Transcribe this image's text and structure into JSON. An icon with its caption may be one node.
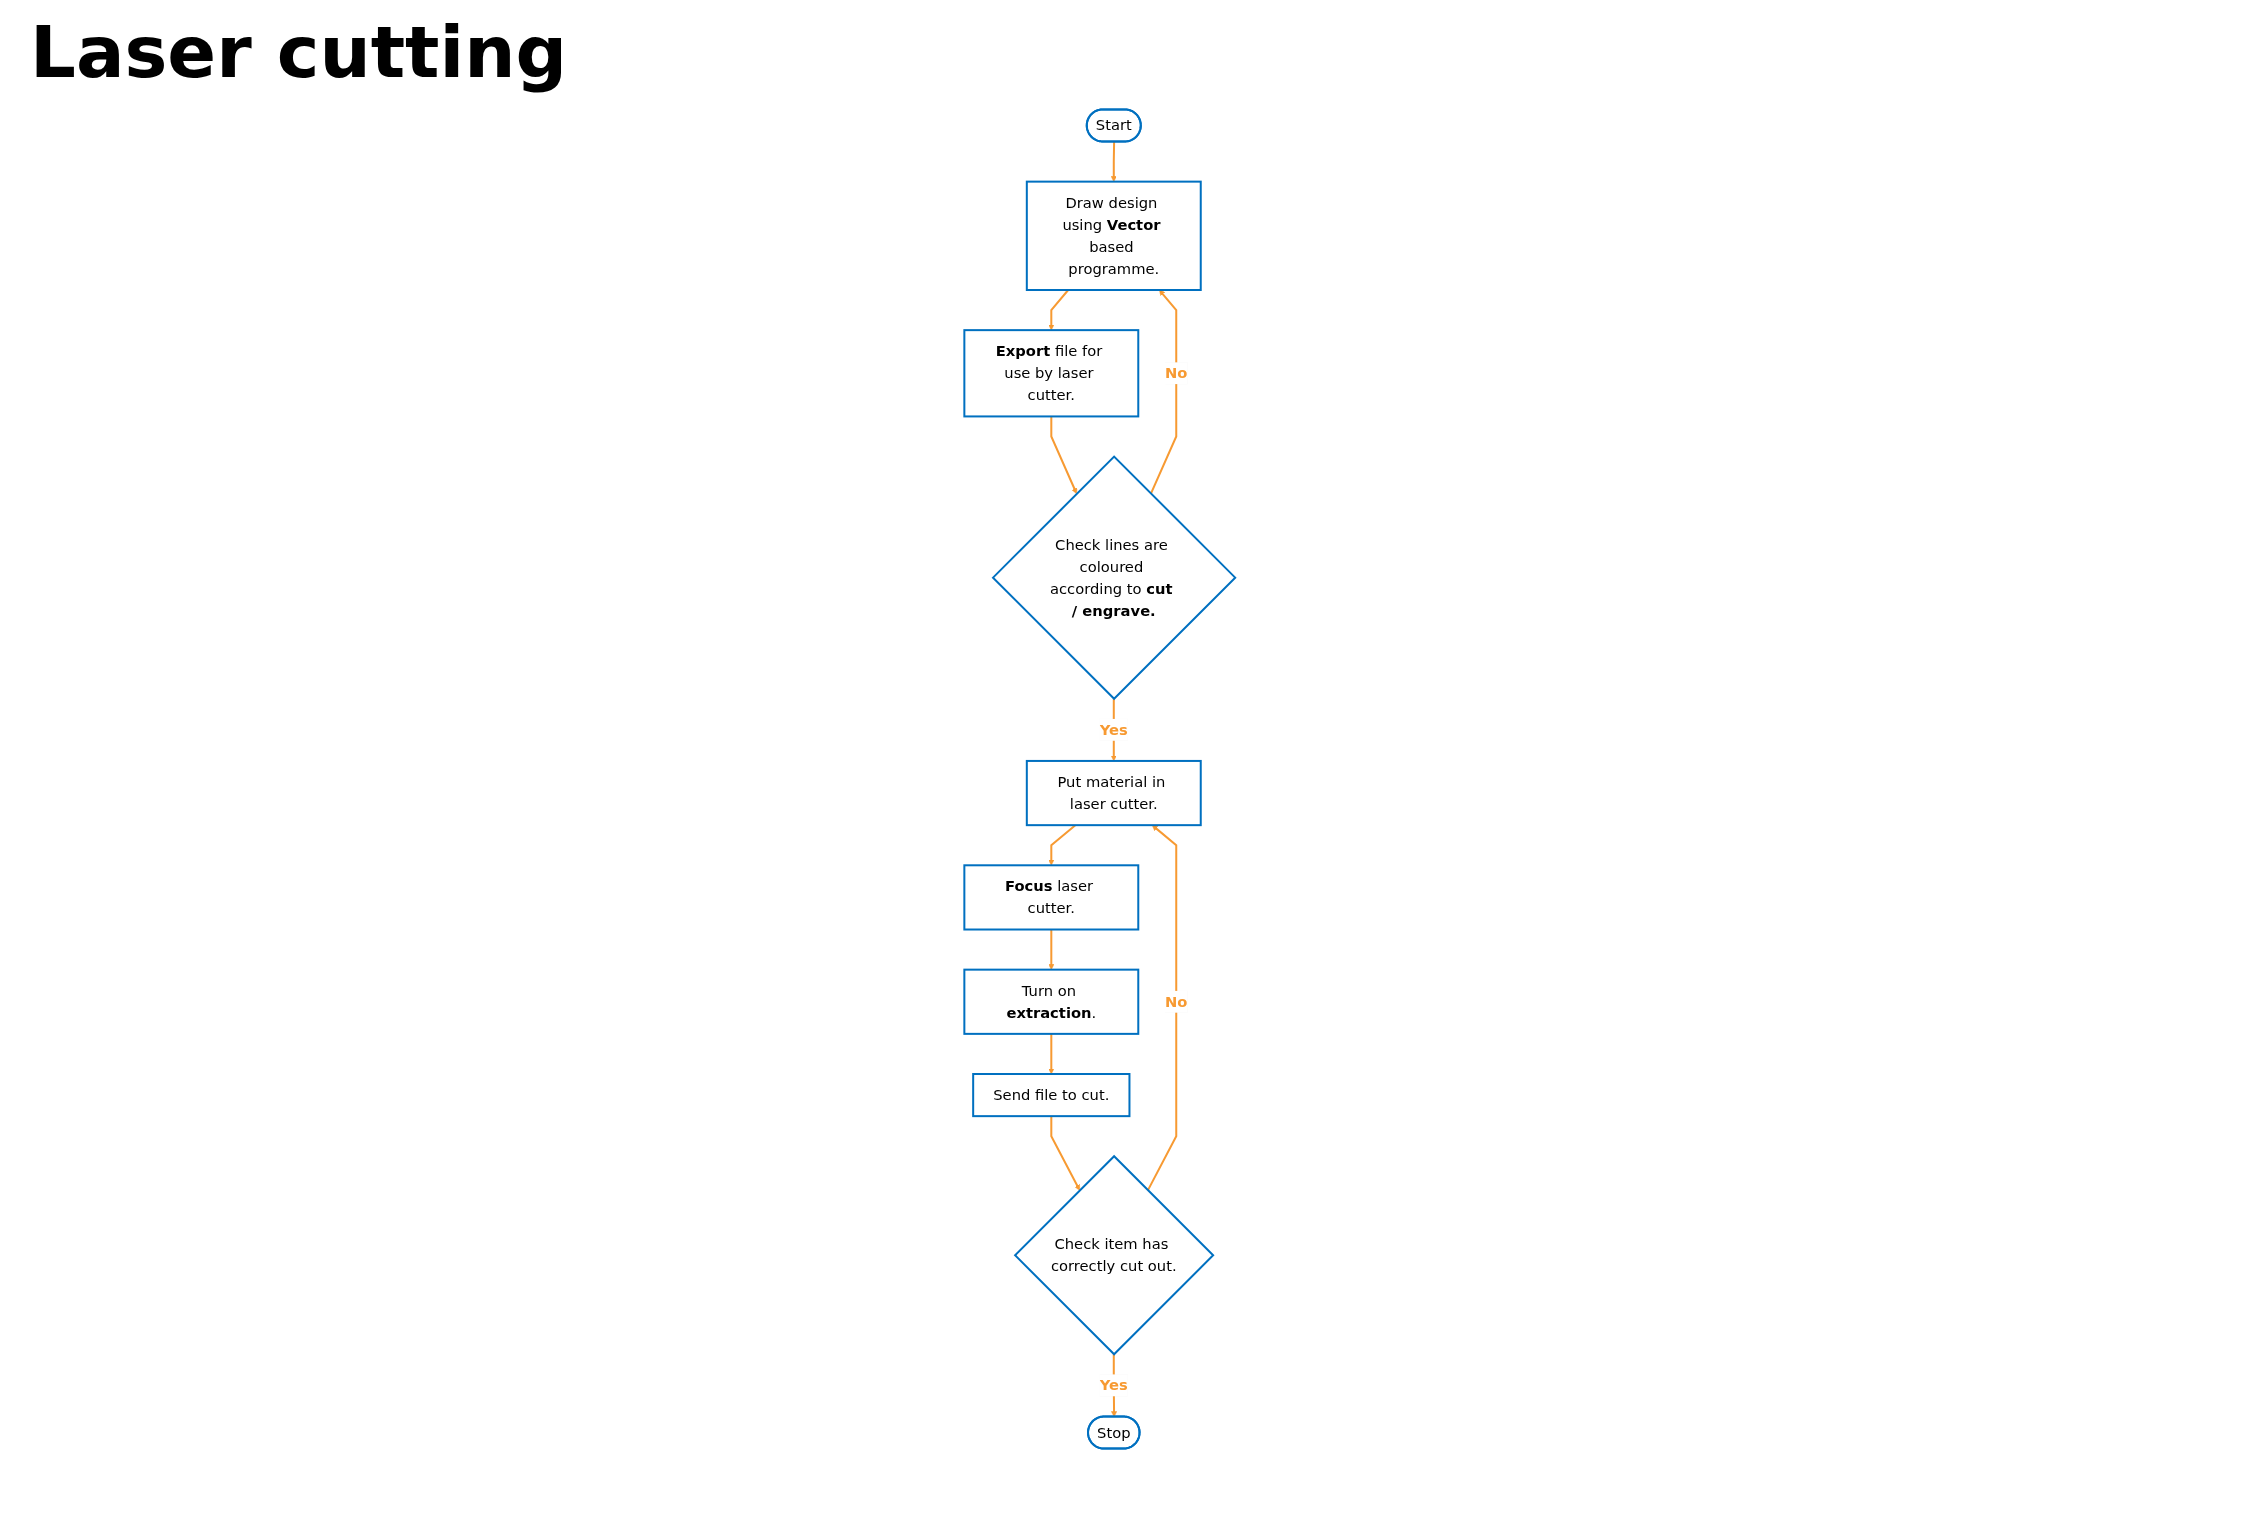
{
  "diagram": {
    "title": "Laser cutting",
    "nodes": [
      {
        "text": [
          "Start"
        ]
      },
      {
        "text": [
          "Draw design using **Vector** based programme."
        ]
      },
      {
        "text": [
          "**Export** file for use by laser cutter."
        ]
      },
      {
        "text": [
          "Check lines are coloured according to **cut / engrave.**"
        ]
      },
      {
        "text": [
          "Put material in laser cutter."
        ]
      },
      {
        "text": [
          "**Focus** laser cutter."
        ]
      },
      {
        "text": [
          "Turn on **extraction**."
        ]
      },
      {
        "text": [
          "Send file to cut."
        ]
      },
      {
        "text": [
          "Check item has correctly cut out."
        ]
      },
      {
        "text": [
          "Stop"
        ]
      }
    ],
    "edges": [
      {
        "from": 0,
        "to": 1,
        "arrow": "to"
      },
      {
        "from": 1,
        "to": 2,
        "arrow": "to"
      },
      {
        "from": 2,
        "to": 3,
        "arrow": "to"
      },
      {
        "from": 3,
        "to": 1,
        "arrow": "to",
        "label": "No"
      },
      {
        "from": 3,
        "to": 4,
        "arrow": "to",
        "label": "Yes"
      },
      {
        "from": 4,
        "to": 5,
        "arrow": "to"
      },
      {
        "from": 5,
        "to": 6,
        "arrow": "to"
      },
      {
        "from": 6,
        "to": 7,
        "arrow": "to"
      },
      {
        "from": 7,
        "to": 8,
        "arrow": "to"
      },
      {
        "from": 8,
        "to": 9,
        "arrow": "to",
        "label": "Yes"
      },
      {
        "from": 8,
        "to": 4,
        "arrow": "to",
        "label": "No"
      }
    ]
  }
}
